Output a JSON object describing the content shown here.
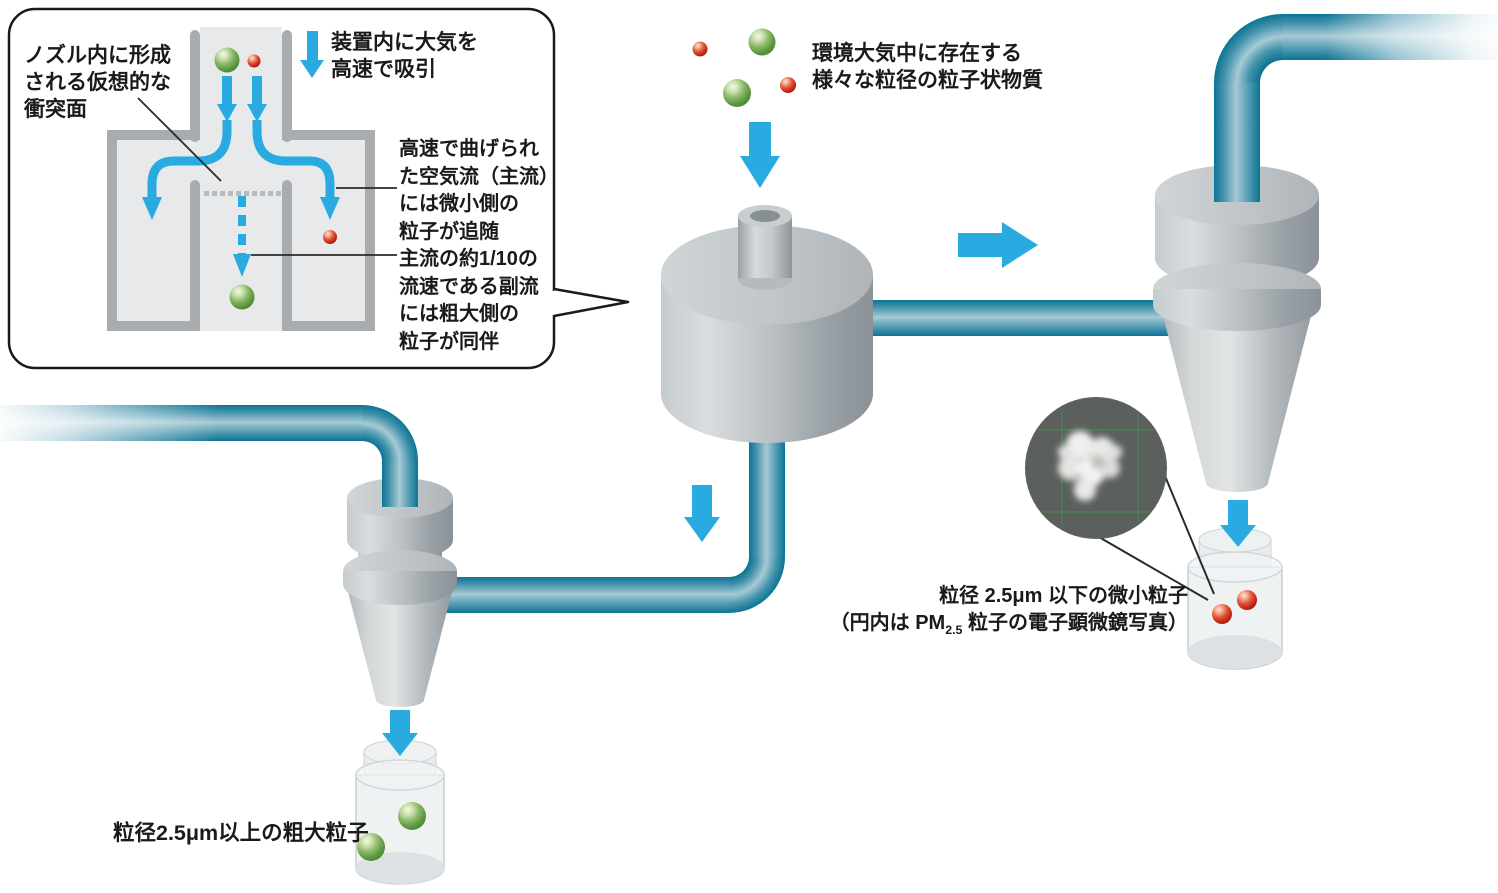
{
  "colors": {
    "arrow_blue": "#29abe2",
    "pipe_dark": "#0b7494",
    "pipe_light": "#a6cad4",
    "metal_light": "#dadddf",
    "metal_dark": "#8b9298",
    "wall_gray": "#a8acaf",
    "channel_gray": "#e8e9ea",
    "green_particle": "#5b9640",
    "red_particle": "#c32717",
    "text": "#1a1a1a",
    "sem_background": "#5b605d"
  },
  "callout": {
    "impaction_label": {
      "lines": [
        "ノズル内に形成",
        "される仮想的な",
        "衝突面"
      ]
    },
    "intake_label": {
      "lines": [
        "装置内に大気を",
        "高速で吸引"
      ]
    },
    "main_flow_label": {
      "lines": [
        "高速で曲げられ",
        "た空気流（主流）",
        "には微小側の",
        "粒子が追随"
      ]
    },
    "sub_flow_label": {
      "lines": [
        "主流の約1/10の",
        "流速である副流",
        "には粗大側の",
        "粒子が同伴"
      ]
    }
  },
  "labels": {
    "ambient": {
      "lines": [
        "環境大気中に存在する",
        "様々な粒径の粒子状物質"
      ]
    },
    "fine": {
      "line1": "粒径 2.5μm 以下の微小粒子",
      "line2_prefix": "（円内は PM",
      "line2_sub": "2.5",
      "line2_suffix": " 粒子の電子顕微鏡写真）"
    },
    "coarse": "粒径2.5μm以上の粗大粒子"
  },
  "icons": {
    "down_arrow": "down-arrow-icon",
    "right_arrow": "right-arrow-icon",
    "flow_curve": "flow-path-icon",
    "dashed_flow": "dashed-flow-icon"
  }
}
